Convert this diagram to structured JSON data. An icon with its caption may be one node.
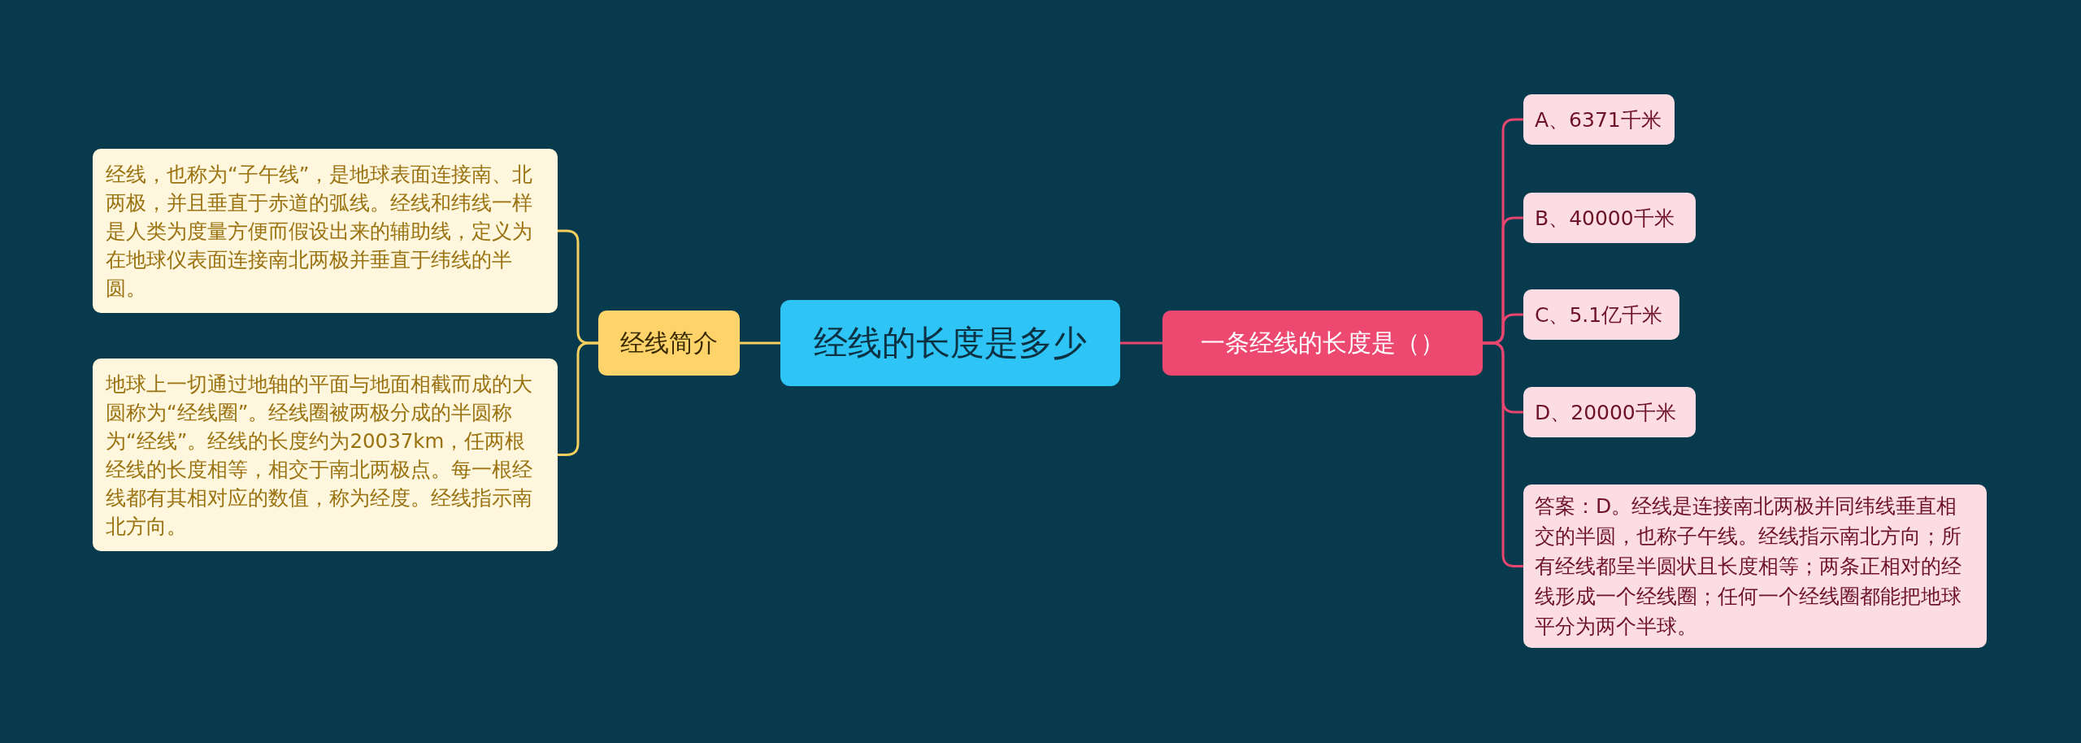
{
  "diagram": {
    "nodes": [
      {
        "text": [
          "经线的长度是多少"
        ]
      },
      {
        "text": [
          "经线简介"
        ]
      },
      {
        "text": [
          "经线，也称为“子午线”，是地球表面连接南、北两极，并且垂直于赤道的弧线。经线和纬线一样是人类为度量方便而假设出来的辅助线，定义为在地球仪表面连接南北两极并垂直于纬线的半圆。"
        ]
      },
      {
        "text": [
          "地球上一切通过地轴的平面与地面相截而成的大圆称为“经线圈”。经线圈被两极分成的半圆称为“经线”。经线的长度约为20037km，任两根经线的长度相等，相交于南北两极点。每一根经线都有其相对应的数值，称为经度。经线指示南北方向。"
        ]
      },
      {
        "text": [
          "一条经线的长度是（）"
        ]
      },
      {
        "text": [
          "A、6371千米"
        ]
      },
      {
        "text": [
          "B、40000千米"
        ]
      },
      {
        "text": [
          "C、5.1亿千米"
        ]
      },
      {
        "text": [
          "D、20000千米"
        ]
      },
      {
        "text": [
          "答案：D。经线是连接南北两极并同纬线垂直相交的半圆，也称子午线。经线指示南北方向；所有经线都呈半圆状且长度相等；两条正相对的经线形成一个经线圈；任何一个经线圈都能把地球平分为两个半球。"
        ]
      }
    ],
    "edges": [
      {
        "from": 0,
        "to": 1,
        "arrow": "none",
        "color": "#f7cf5f"
      },
      {
        "from": 1,
        "to": 2,
        "arrow": "none",
        "color": "#f7cf5f"
      },
      {
        "from": 1,
        "to": 3,
        "arrow": "none",
        "color": "#f7cf5f"
      },
      {
        "from": 0,
        "to": 4,
        "arrow": "none"
      },
      {
        "from": 4,
        "to": 5,
        "arrow": "none"
      },
      {
        "from": 4,
        "to": 6,
        "arrow": "none"
      },
      {
        "from": 4,
        "to": 7,
        "arrow": "none"
      },
      {
        "from": 4,
        "to": 8,
        "arrow": "none"
      },
      {
        "from": 4,
        "to": 9,
        "arrow": "none"
      }
    ]
  }
}
